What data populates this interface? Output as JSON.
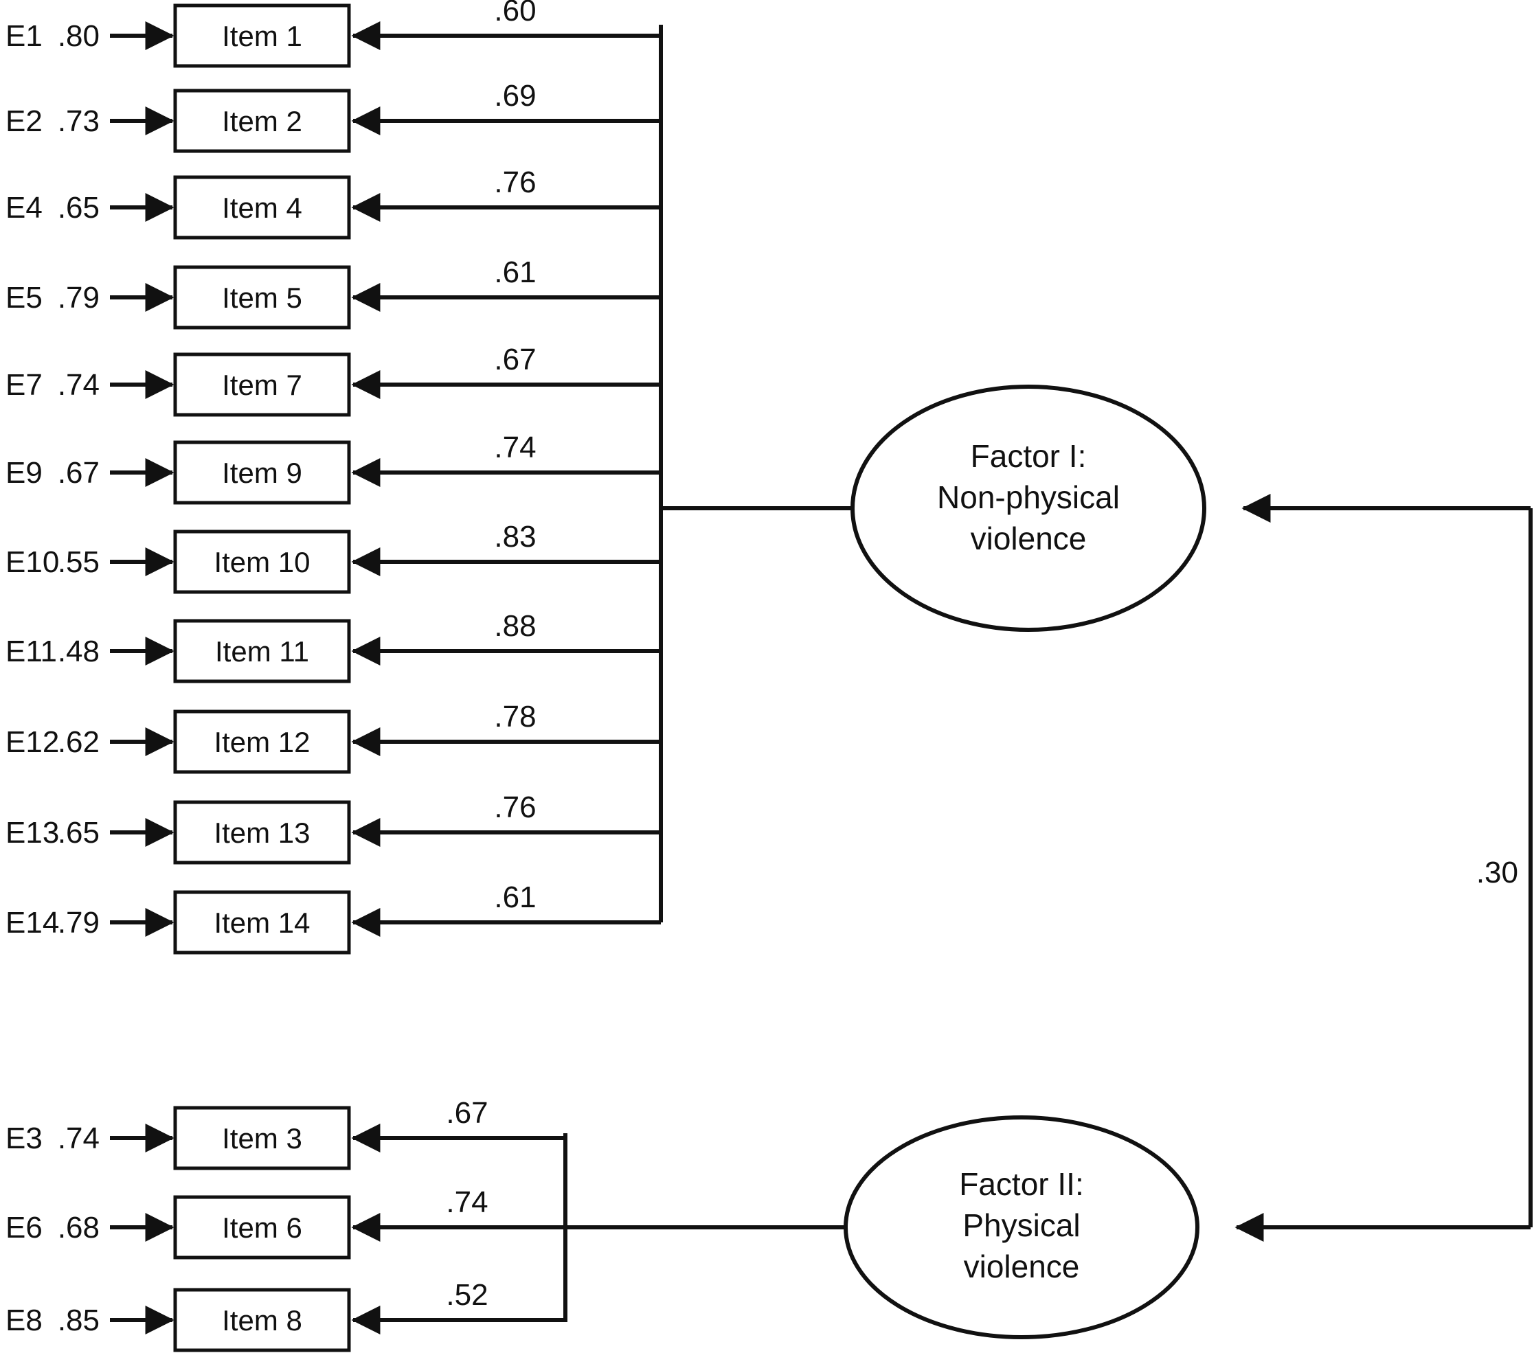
{
  "diagram": {
    "title": "Two-factor confirmatory factor analysis path diagram",
    "type": "path-diagram",
    "colors": {
      "stroke": "#111111",
      "fill": "#ffffff",
      "background": "#ffffff"
    }
  },
  "factors": [
    {
      "id": "factor-1",
      "line1": "Factor I:",
      "line2": "Non-physical",
      "line3": "violence"
    },
    {
      "id": "factor-2",
      "line1": "Factor II:",
      "line2": "Physical",
      "line3": "violence"
    }
  ],
  "factor_correlation": {
    "label": ".30",
    "from": "Factor I: Non-physical violence",
    "to": "Factor II: Physical violence"
  },
  "factor1_indicators": [
    {
      "error": "E1",
      "error_coef": ".80",
      "item": "Item 1",
      "loading": ".60"
    },
    {
      "error": "E2",
      "error_coef": ".73",
      "item": "Item 2",
      "loading": ".69"
    },
    {
      "error": "E4",
      "error_coef": ".65",
      "item": "Item 4",
      "loading": ".76"
    },
    {
      "error": "E5",
      "error_coef": ".79",
      "item": "Item 5",
      "loading": ".61"
    },
    {
      "error": "E7",
      "error_coef": ".74",
      "item": "Item 7",
      "loading": ".67"
    },
    {
      "error": "E9",
      "error_coef": ".67",
      "item": "Item 9",
      "loading": ".74"
    },
    {
      "error": "E10",
      "error_coef": ".55",
      "item": "Item 10",
      "loading": ".83"
    },
    {
      "error": "E11",
      "error_coef": ".48",
      "item": "Item 11",
      "loading": ".88"
    },
    {
      "error": "E12",
      "error_coef": ".62",
      "item": "Item 12",
      "loading": ".78"
    },
    {
      "error": "E13",
      "error_coef": ".65",
      "item": "Item 13",
      "loading": ".76"
    },
    {
      "error": "E14",
      "error_coef": ".79",
      "item": "Item 14",
      "loading": ".61"
    }
  ],
  "factor2_indicators": [
    {
      "error": "E3",
      "error_coef": ".74",
      "item": "Item 3",
      "loading": ".67"
    },
    {
      "error": "E6",
      "error_coef": ".68",
      "item": "Item 6",
      "loading": ".74"
    },
    {
      "error": "E8",
      "error_coef": ".85",
      "item": "Item 8",
      "loading": ".52"
    }
  ]
}
